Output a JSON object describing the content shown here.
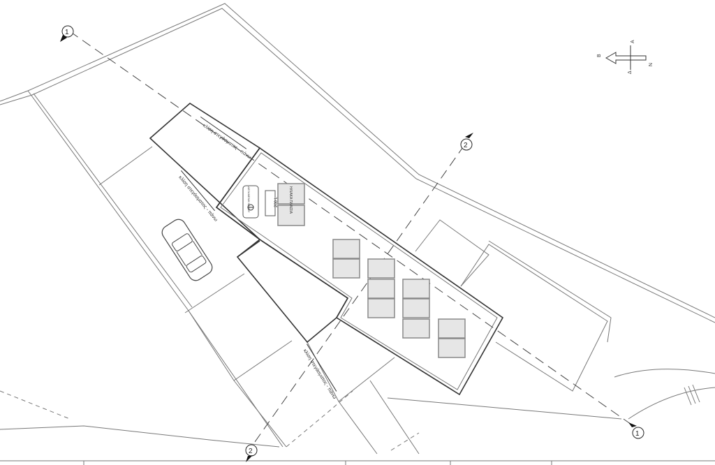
{
  "drawing": {
    "section_markers": [
      {
        "label": "1"
      },
      {
        "label": "2"
      }
    ],
    "north_arrow": {
      "n": "N",
      "a": "A",
      "b": "B",
      "d": "Δ"
    },
    "slope_labels": [
      "κλίση στεγάσματος - πάνω",
      "κλίση στεγάσματος - πάνω",
      "κλίση στεγάσματος - πάνω"
    ],
    "solar_panel_label": "ΗΛΙΑΚΑ ΠΛΑΙΣΙΑ",
    "boiler_label": "200 L",
    "tank_label": "ΔΕΞΑΜΕΝΗ ΝΕΡΟΥ"
  }
}
